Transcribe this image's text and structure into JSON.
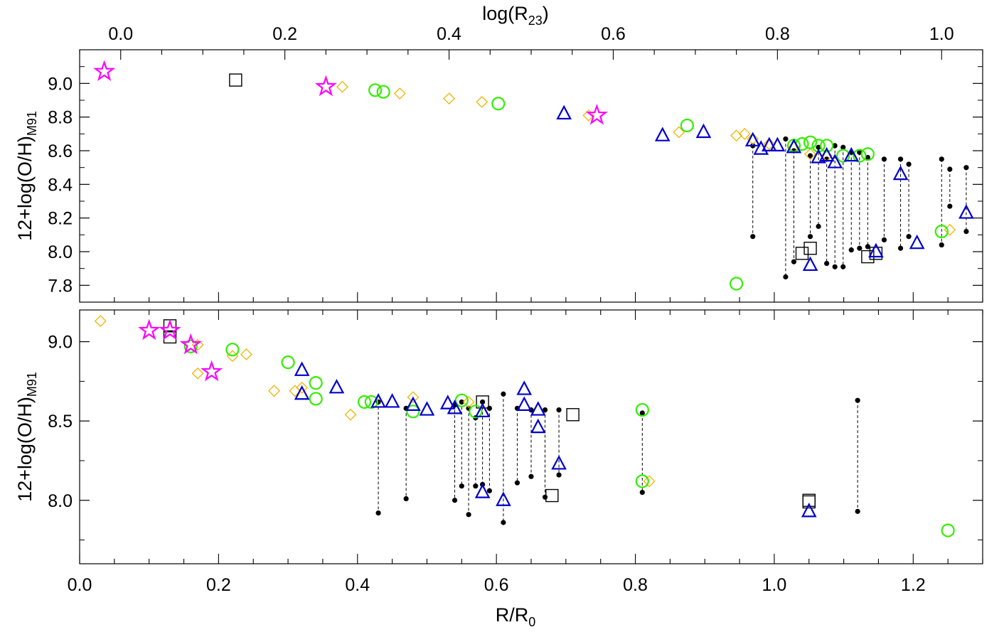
{
  "colors": {
    "star": "#ff00ff",
    "circle": "#33ee00",
    "diamond": "#f0b400",
    "triangle": "#0000cc",
    "square": "#000000",
    "dot": "#000000",
    "link": "#000000"
  },
  "chart_data": [
    {
      "panel": "top",
      "type": "scatter",
      "xaxis": "log(R23)",
      "xlim": [
        -0.05,
        1.05
      ],
      "ylim": [
        7.7,
        9.2
      ],
      "xticks": [
        "0.0",
        "0.2",
        "0.4",
        "0.6",
        "0.8",
        "1.0"
      ],
      "yticks": [
        "7.8",
        "8.0",
        "8.2",
        "8.4",
        "8.6",
        "8.8",
        "9.0"
      ],
      "xlabel_main": "log(R",
      "xlabel_sub": "23",
      "xlabel_end": ")",
      "ylabel_main": "12+log(O/H)",
      "ylabel_sub": "M91",
      "series": [
        {
          "marker": "star",
          "points": [
            [
              -0.02,
              9.07
            ],
            [
              0.25,
              8.98
            ],
            [
              0.58,
              8.81
            ]
          ]
        },
        {
          "marker": "square",
          "points": [
            [
              0.14,
              9.02
            ],
            [
              0.84,
              8.02
            ],
            [
              0.83,
              7.99
            ],
            [
              0.92,
              7.99
            ],
            [
              0.91,
              7.97
            ]
          ]
        },
        {
          "marker": "diamond",
          "points": [
            [
              0.27,
              8.98
            ],
            [
              0.34,
              8.94
            ],
            [
              0.4,
              8.91
            ],
            [
              0.44,
              8.89
            ],
            [
              0.57,
              8.81
            ],
            [
              0.68,
              8.71
            ],
            [
              0.75,
              8.69
            ],
            [
              0.76,
              8.7
            ],
            [
              0.77,
              8.67
            ],
            [
              0.79,
              8.64
            ],
            [
              0.82,
              8.62
            ],
            [
              0.84,
              8.58
            ],
            [
              0.86,
              8.57
            ],
            [
              1.01,
              8.13
            ]
          ]
        },
        {
          "marker": "circle",
          "points": [
            [
              0.31,
              8.96
            ],
            [
              0.32,
              8.95
            ],
            [
              0.46,
              8.88
            ],
            [
              0.69,
              8.75
            ],
            [
              0.82,
              8.63
            ],
            [
              0.83,
              8.64
            ],
            [
              0.84,
              8.65
            ],
            [
              0.85,
              8.63
            ],
            [
              0.86,
              8.63
            ],
            [
              0.88,
              8.57
            ],
            [
              0.9,
              8.57
            ],
            [
              0.91,
              8.58
            ],
            [
              0.75,
              7.81
            ],
            [
              1.0,
              8.12
            ]
          ]
        },
        {
          "marker": "triangle",
          "points": [
            [
              0.54,
              8.82
            ],
            [
              0.66,
              8.69
            ],
            [
              0.71,
              8.71
            ],
            [
              0.77,
              8.66
            ],
            [
              0.78,
              8.61
            ],
            [
              0.79,
              8.63
            ],
            [
              0.8,
              8.63
            ],
            [
              0.82,
              8.62
            ],
            [
              0.85,
              8.56
            ],
            [
              0.86,
              8.57
            ],
            [
              0.87,
              8.53
            ],
            [
              0.89,
              8.57
            ],
            [
              0.95,
              8.46
            ],
            [
              0.97,
              8.05
            ],
            [
              1.03,
              8.23
            ],
            [
              0.84,
              7.92
            ],
            [
              0.92,
              8.0
            ]
          ]
        }
      ],
      "links": [
        [
          0.77,
          8.63,
          8.09
        ],
        [
          0.81,
          8.67,
          7.85
        ],
        [
          0.82,
          8.6,
          7.94
        ],
        [
          0.84,
          8.57,
          8.09
        ],
        [
          0.85,
          8.62,
          8.15
        ],
        [
          0.86,
          8.55,
          7.93
        ],
        [
          0.87,
          8.63,
          7.91
        ],
        [
          0.88,
          8.62,
          7.91
        ],
        [
          0.89,
          8.59,
          8.01
        ],
        [
          0.9,
          8.59,
          8.02
        ],
        [
          0.91,
          8.56,
          8.03
        ],
        [
          0.93,
          8.55,
          8.07
        ],
        [
          0.95,
          8.55,
          8.02
        ],
        [
          0.96,
          8.52,
          8.09
        ],
        [
          1.0,
          8.55,
          8.04
        ],
        [
          1.01,
          8.49,
          8.27
        ],
        [
          1.03,
          8.5,
          8.12
        ]
      ]
    },
    {
      "panel": "bottom",
      "type": "scatter",
      "xaxis": "R/R0",
      "xlim": [
        0.0,
        1.3
      ],
      "ylim": [
        7.6,
        9.2
      ],
      "xticks": [
        "0.0",
        "0.2",
        "0.4",
        "0.6",
        "0.8",
        "1.0",
        "1.2"
      ],
      "yticks": [
        "8.0",
        "8.5",
        "9.0"
      ],
      "xlabel_main": "R/R",
      "xlabel_sub": "0",
      "xlabel_end": "",
      "ylabel_main": "12+log(O/H)",
      "ylabel_sub": "M91",
      "series": [
        {
          "marker": "star",
          "points": [
            [
              0.1,
              9.07
            ],
            [
              0.13,
              9.07
            ],
            [
              0.16,
              8.98
            ],
            [
              0.19,
              8.81
            ]
          ]
        },
        {
          "marker": "square",
          "points": [
            [
              0.13,
              9.1
            ],
            [
              0.13,
              9.03
            ],
            [
              0.58,
              8.62
            ],
            [
              0.68,
              8.03
            ],
            [
              0.71,
              8.54
            ],
            [
              1.05,
              8.0
            ],
            [
              1.05,
              7.99
            ]
          ]
        },
        {
          "marker": "diamond",
          "points": [
            [
              0.03,
              9.13
            ],
            [
              0.17,
              8.98
            ],
            [
              0.17,
              8.8
            ],
            [
              0.22,
              8.91
            ],
            [
              0.24,
              8.92
            ],
            [
              0.28,
              8.69
            ],
            [
              0.31,
              8.69
            ],
            [
              0.32,
              8.71
            ],
            [
              0.39,
              8.54
            ],
            [
              0.48,
              8.65
            ],
            [
              0.56,
              8.62
            ],
            [
              0.82,
              8.12
            ]
          ]
        },
        {
          "marker": "circle",
          "points": [
            [
              0.16,
              8.97
            ],
            [
              0.22,
              8.95
            ],
            [
              0.3,
              8.87
            ],
            [
              0.34,
              8.74
            ],
            [
              0.34,
              8.64
            ],
            [
              0.41,
              8.62
            ],
            [
              0.42,
              8.62
            ],
            [
              0.48,
              8.56
            ],
            [
              0.55,
              8.63
            ],
            [
              0.57,
              8.56
            ],
            [
              0.81,
              8.57
            ],
            [
              0.81,
              8.12
            ],
            [
              1.25,
              7.81
            ]
          ]
        },
        {
          "marker": "triangle",
          "points": [
            [
              0.32,
              8.82
            ],
            [
              0.32,
              8.67
            ],
            [
              0.37,
              8.71
            ],
            [
              0.43,
              8.62
            ],
            [
              0.45,
              8.62
            ],
            [
              0.48,
              8.6
            ],
            [
              0.5,
              8.57
            ],
            [
              0.53,
              8.61
            ],
            [
              0.54,
              8.58
            ],
            [
              0.58,
              8.56
            ],
            [
              0.58,
              8.05
            ],
            [
              0.61,
              8.0
            ],
            [
              0.64,
              8.7
            ],
            [
              0.64,
              8.6
            ],
            [
              0.66,
              8.57
            ],
            [
              0.66,
              8.46
            ],
            [
              0.69,
              8.23
            ],
            [
              1.05,
              7.93
            ]
          ]
        }
      ],
      "links": [
        [
          0.43,
          8.62,
          7.92
        ],
        [
          0.47,
          8.58,
          8.01
        ],
        [
          0.54,
          8.6,
          8.0
        ],
        [
          0.55,
          8.62,
          8.09
        ],
        [
          0.56,
          8.58,
          7.91
        ],
        [
          0.57,
          8.52,
          8.09
        ],
        [
          0.58,
          8.62,
          8.1
        ],
        [
          0.59,
          8.58,
          8.06
        ],
        [
          0.61,
          8.67,
          7.86
        ],
        [
          0.63,
          8.58,
          8.11
        ],
        [
          0.65,
          8.57,
          8.15
        ],
        [
          0.67,
          8.57,
          8.02
        ],
        [
          0.69,
          8.57,
          8.16
        ],
        [
          0.81,
          8.55,
          8.05
        ],
        [
          1.12,
          8.63,
          7.93
        ]
      ]
    }
  ]
}
